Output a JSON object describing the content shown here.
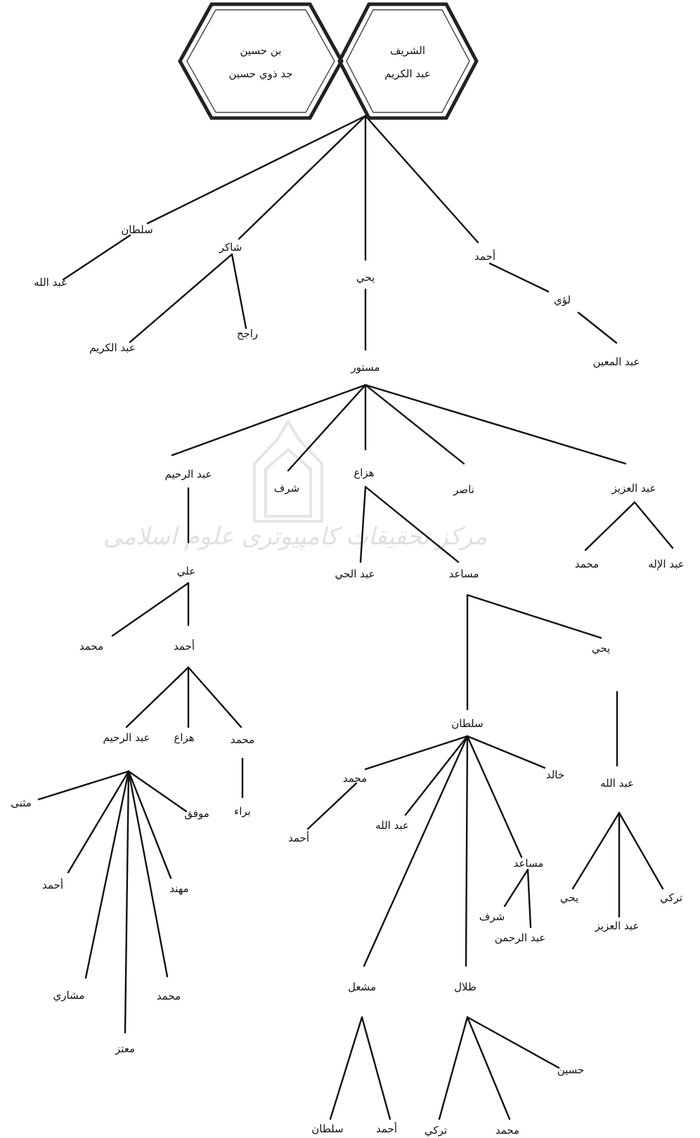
{
  "root": {
    "line1": "الشريف",
    "line2": "عبد الكريم"
  },
  "clan": {
    "line1": "بن حسين",
    "line2": "جد ذوي حسين"
  },
  "watermark": {
    "text": "مرکز تحقیقات کامپیوتری علوم اسلامی"
  },
  "nodes": {
    "sultan": "سلطان",
    "abdullah1": "عبد الله",
    "shakir": "شاكر",
    "abdulkarim2": "عبد الكريم",
    "rajih": "راجح",
    "yahya1": "يحي",
    "ahmad1": "أحمد",
    "louay": "لؤي",
    "abdulmuin": "عبد المعين",
    "mastour": "مستور",
    "abdulrahim1": "عبد الرحيم",
    "sharaf1": "شرف",
    "hazza1": "هزاع",
    "nasser": "ناصر",
    "abdulaziz1": "عبد العزيز",
    "ali": "علي",
    "abdulhay": "عبد الحي",
    "musaed1": "مساعد",
    "mohammed1": "محمد",
    "abdulilah": "عبد الإله",
    "mohammed2": "محمد",
    "ahmad2": "أحمد",
    "yahya2": "يحي",
    "sultan2": "سلطان",
    "abdulrahim2": "عبد الرحيم",
    "hazza2": "هزاع",
    "mohammed3": "محمد",
    "baraa": "براء",
    "muthanna": "مثنى",
    "muwaffaq": "موفق",
    "ahmad3": "أحمد",
    "muhannad": "مهند",
    "mishari": "مشاري",
    "mohammed4": "محمد",
    "mutaz": "معتز",
    "mohammed5": "محمد",
    "khalid": "خالد",
    "abdullah2": "عبد الله",
    "ahmad4": "أحمد",
    "musaed2": "مساعد",
    "sharaf2": "شرف",
    "abdulrahman": "عبد الرحمن",
    "mishal": "مشعل",
    "talal": "طلال",
    "sultan3": "سلطان",
    "ahmad5": "أحمد",
    "turki1": "تركي",
    "mohammed6": "محمد",
    "hussein": "حسين",
    "abdullah3": "عبد الله",
    "yahya3": "يحي",
    "abdulaziz2": "عبد العزيز",
    "turki2": "تركي"
  }
}
